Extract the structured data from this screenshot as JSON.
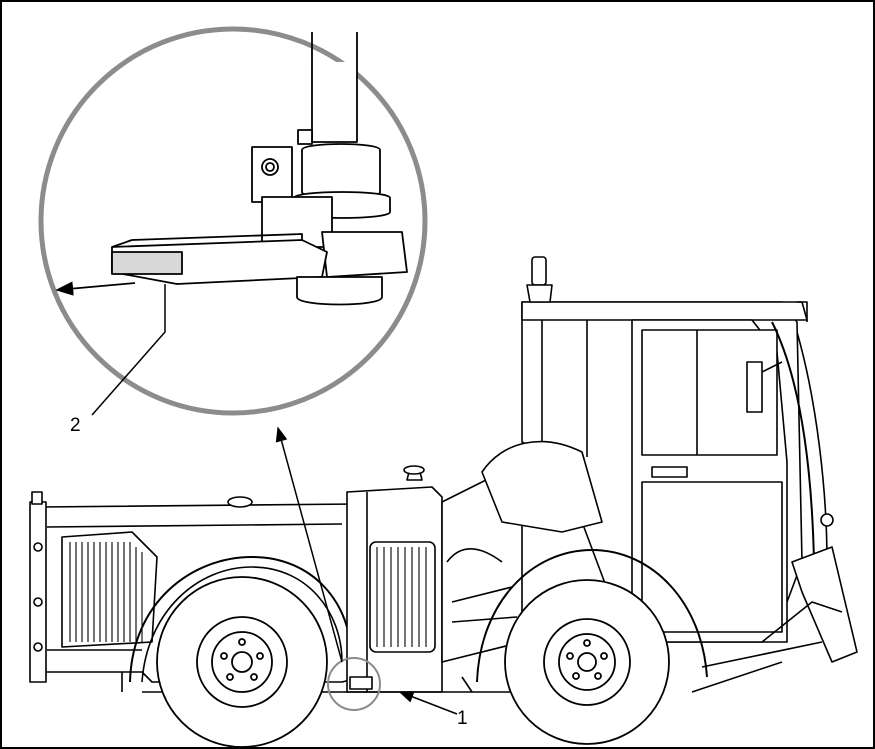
{
  "callouts": [
    {
      "id": "1",
      "label": "1"
    },
    {
      "id": "2",
      "label": "2"
    }
  ],
  "colors": {
    "line": "#000000",
    "magnifier_ring": "#8c8c8c",
    "background": "#ffffff"
  }
}
